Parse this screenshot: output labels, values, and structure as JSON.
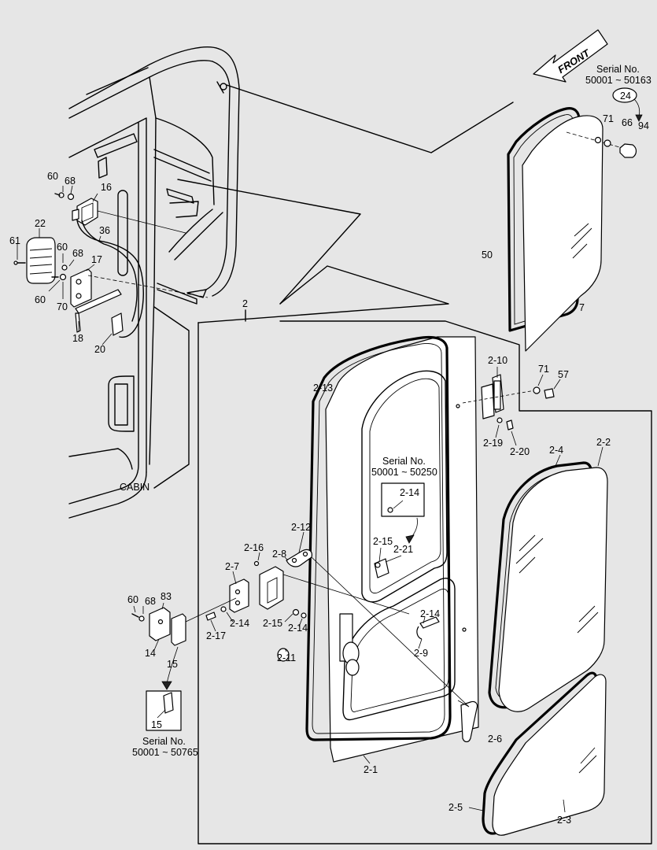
{
  "front_label": "FRONT",
  "cabin_label": "CABIN",
  "serial_notes": {
    "top_right": {
      "title": "Serial No.",
      "range": "50001 ~ 50163",
      "ref": "24"
    },
    "middle": {
      "title": "Serial No.",
      "range": "50001 ~ 50250",
      "ref": "2-14"
    },
    "bottom_left": {
      "title": "Serial No.",
      "range": "50001 ~ 50765",
      "ref": "15"
    }
  },
  "callouts": [
    "71",
    "66",
    "94",
    "50",
    "7",
    "60",
    "68",
    "16",
    "36",
    "22",
    "61",
    "60",
    "68",
    "17",
    "60",
    "70",
    "18",
    "20",
    "2",
    "2-10",
    "71",
    "57",
    "2-13",
    "2-19",
    "2-20",
    "2-4",
    "2-2",
    "2-12",
    "2-8",
    "2-16",
    "2-7",
    "2-15",
    "2-21",
    "2-14",
    "60",
    "68",
    "83",
    "2-17",
    "2-14",
    "2-15",
    "2-14",
    "2-9",
    "2-11",
    "14",
    "15",
    "2-6",
    "2-1",
    "2-5",
    "2-3"
  ]
}
